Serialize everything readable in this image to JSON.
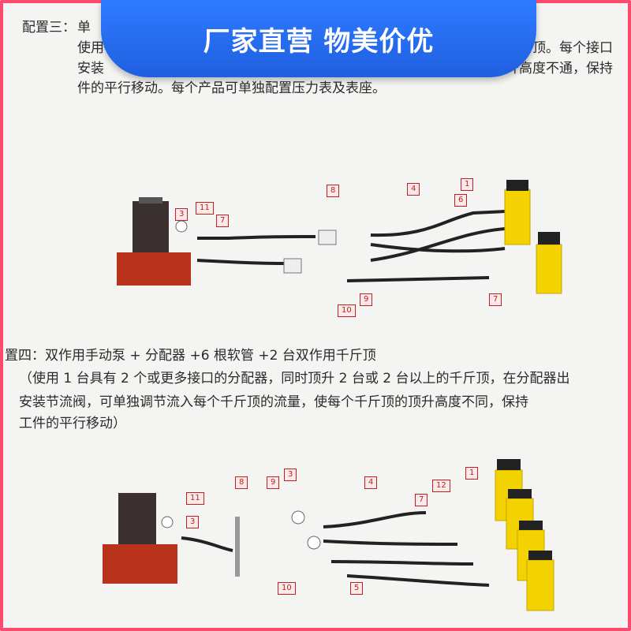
{
  "banner": {
    "text": "厂家直营 物美价优"
  },
  "config3": {
    "label": "配置三：",
    "title_start": "单",
    "line1_start": "使用",
    "line1_end": "用千斤顶。每个接口",
    "line2_start": "安装",
    "line2_end": "顶升高度不通，保持",
    "line3": "件的平行移动。每个产品可单独配置压力表及表座。"
  },
  "config4": {
    "title": "置四：双作用手动泵 + 分配器 +6 根软管 +2 台双作用千斤顶",
    "line1": "（使用 1 台具有 2 个或更多接口的分配器，同时顶升 2 台或 2 台以上的千斤顶，在分配器出",
    "line2": "安装节流阀，可单独调节流入每个千斤顶的流量，使每个千斤顶的顶升高度不同，保持",
    "line3": "工件的平行移动）"
  },
  "diagram1": {
    "labels": [
      "11",
      "3",
      "7",
      "8",
      "4",
      "6",
      "1",
      "9",
      "10",
      "7"
    ]
  },
  "diagram2": {
    "labels": [
      "11",
      "3",
      "8",
      "9",
      "3",
      "4",
      "12",
      "7",
      "1",
      "10",
      "5"
    ]
  },
  "colors": {
    "banner": "#1f5fe0",
    "frame": "#ff4a6e",
    "pump": "#b8321c",
    "jack": "#f2d200"
  }
}
